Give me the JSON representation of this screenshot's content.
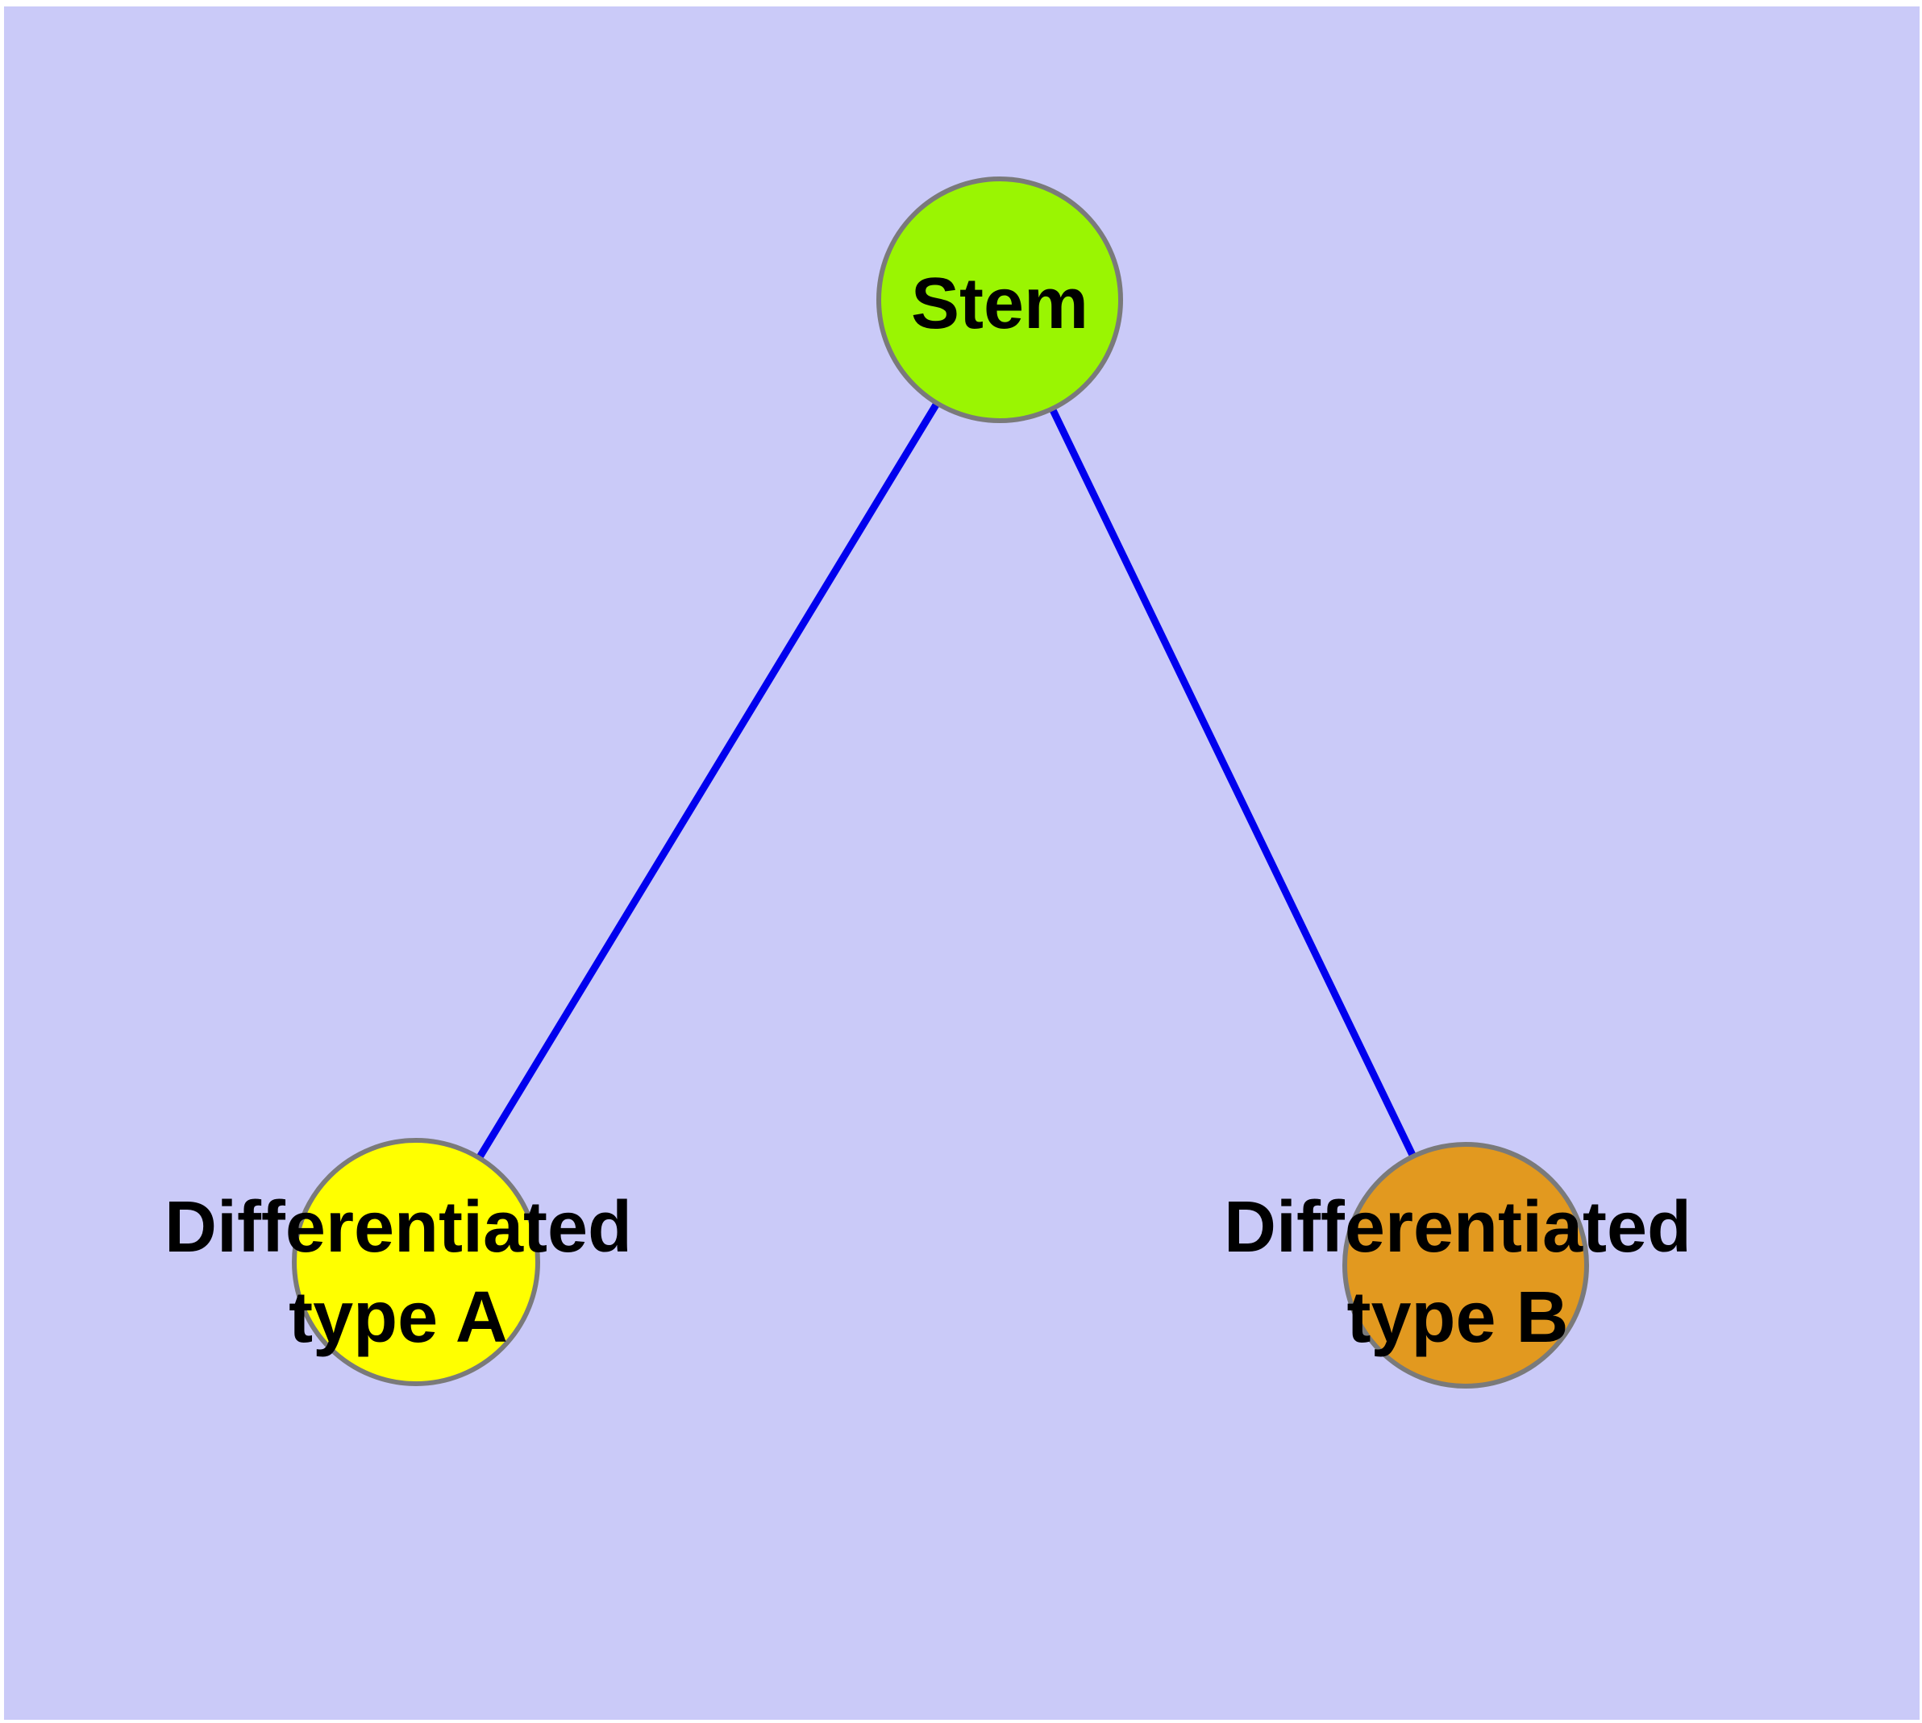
{
  "diagram": {
    "type": "graph",
    "description": "Cell differentiation tree: a Stem node connected by two edges to two differentiated cell type nodes",
    "colors": {
      "page_background": "#ffffff",
      "plot_background": "#cacaf8",
      "edge": "#0000ee",
      "node_border": "#7a7a7a",
      "label_text": "#000000"
    },
    "nodes": {
      "stem": {
        "label": "Stem",
        "fill": "#9af502"
      },
      "type_a": {
        "label": "Differentiated type A",
        "label_lines": [
          "Differentiated",
          "type A"
        ],
        "fill": "#ffff00"
      },
      "type_b": {
        "label": "Differentiated type B",
        "label_lines": [
          "Differentiated",
          "type B"
        ],
        "fill": "#e2991f"
      }
    },
    "edges": [
      {
        "from": "Stem",
        "to": "Differentiated type A"
      },
      {
        "from": "Stem",
        "to": "Differentiated type B"
      }
    ]
  }
}
